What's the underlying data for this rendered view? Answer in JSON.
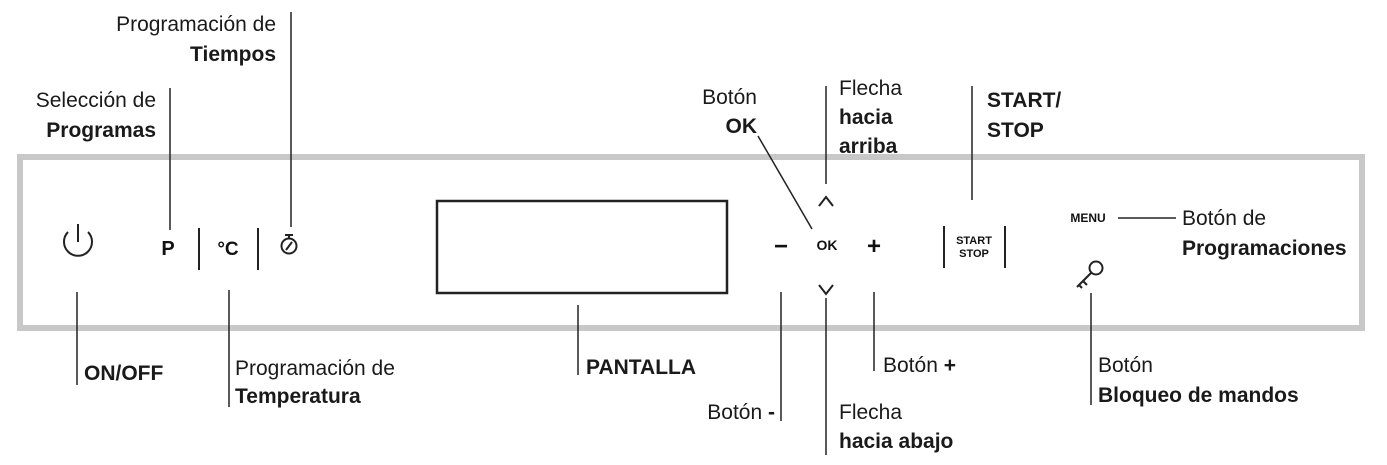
{
  "panel": {
    "p_symbol": "P",
    "temp_symbol": "°C",
    "ok_symbol": "OK",
    "minus_symbol": "−",
    "plus_symbol": "+",
    "start_top": "START",
    "start_bottom": "STOP",
    "menu_label": "MENU",
    "up_symbol": "∧",
    "down_symbol": "∨"
  },
  "callouts": {
    "seleccion": {
      "line1": "Selección de",
      "line2": "Programas"
    },
    "tiempos": {
      "line1": "Programación de",
      "line2": "Tiempos"
    },
    "on_off": {
      "text": "ON/OFF"
    },
    "temperatura": {
      "line1": "Programación de",
      "line2": "Temperatura"
    },
    "pantalla": {
      "text": "PANTALLA"
    },
    "ok": {
      "line1": "Botón",
      "line2": "OK"
    },
    "flecha_arriba": {
      "line1": "Flecha",
      "line2": "hacia",
      "line3": "arriba"
    },
    "start_stop": {
      "line1": "START/",
      "line2": "STOP"
    },
    "programaciones": {
      "line1": "Botón de",
      "line2": "Programaciones"
    },
    "boton_menos": {
      "prefix": "Botón ",
      "symbol": "-"
    },
    "boton_mas": {
      "prefix": "Botón ",
      "symbol": "+"
    },
    "flecha_abajo": {
      "line1": "Flecha",
      "line2": "hacia abajo"
    },
    "bloqueo": {
      "line1": "Botón",
      "line2": "Bloqueo de mandos"
    }
  },
  "colors": {
    "panel_border": "#c8c8c8",
    "leader_line": "#222222",
    "text": "#1a1a1a"
  }
}
